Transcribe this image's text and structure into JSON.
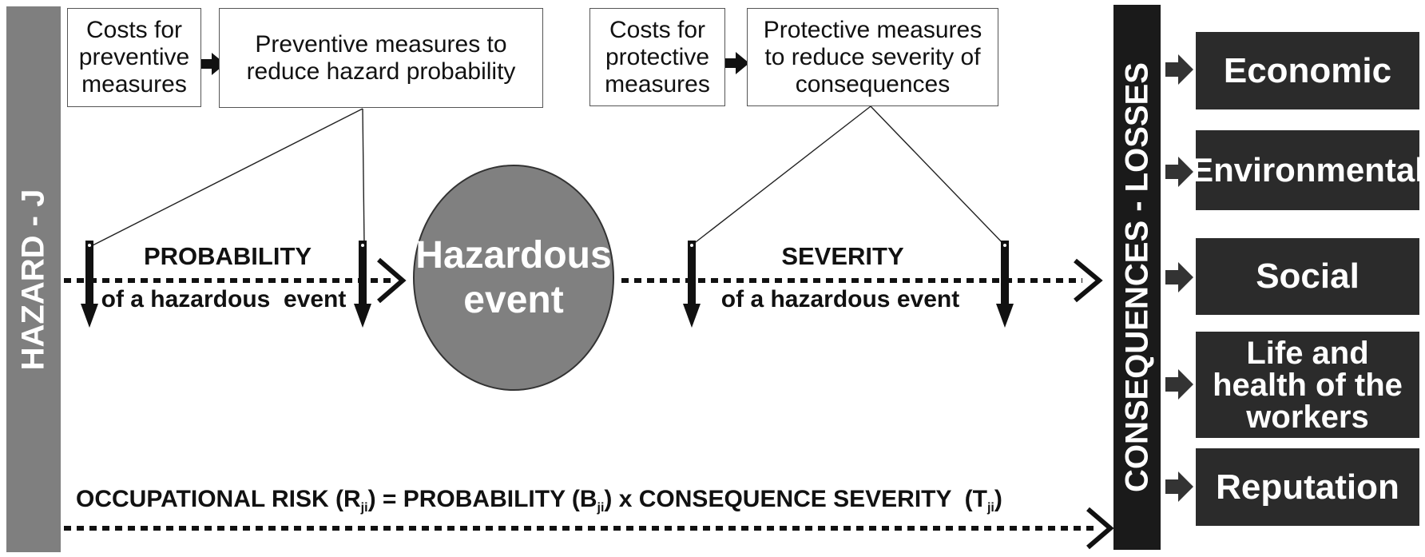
{
  "hazard_bar": {
    "label": "HAZARD - J"
  },
  "consequences_bar": {
    "label": "CONSEQUENCES - LOSSES"
  },
  "top_boxes": {
    "costs_preventive": "Costs for preventive measures",
    "preventive_measures": "Preventive measures to reduce hazard probability",
    "costs_protective": "Costs for protective measures",
    "protective_measures": "Protective measures to reduce severity of consequences"
  },
  "probability": {
    "title": "PROBABILITY",
    "subtitle": "of a hazardous  event"
  },
  "hazardous_event": {
    "line1": "Hazardous",
    "line2": "event"
  },
  "severity": {
    "title": "SEVERITY",
    "subtitle": "of a hazardous event"
  },
  "risk_formula": {
    "part1": "OCCUPATIONAL RISK (R",
    "sub1": "ji",
    "part2": ") = PROBABILITY (B",
    "sub2": "ji",
    "part3": ") x CONSEQUENCE SEVERITY  (T",
    "sub3": "ji",
    "part4": ")"
  },
  "consequences": [
    {
      "label": "Economic"
    },
    {
      "label": "Environmental"
    },
    {
      "label": "Social"
    },
    {
      "label": "Life and health of the workers"
    },
    {
      "label": "Reputation"
    }
  ],
  "colors": {
    "hazard_bar": "#7f7f7f",
    "consequences_bar": "#1a1a1a",
    "event_circle": "#808080",
    "output_box": "#2b2b2b"
  }
}
